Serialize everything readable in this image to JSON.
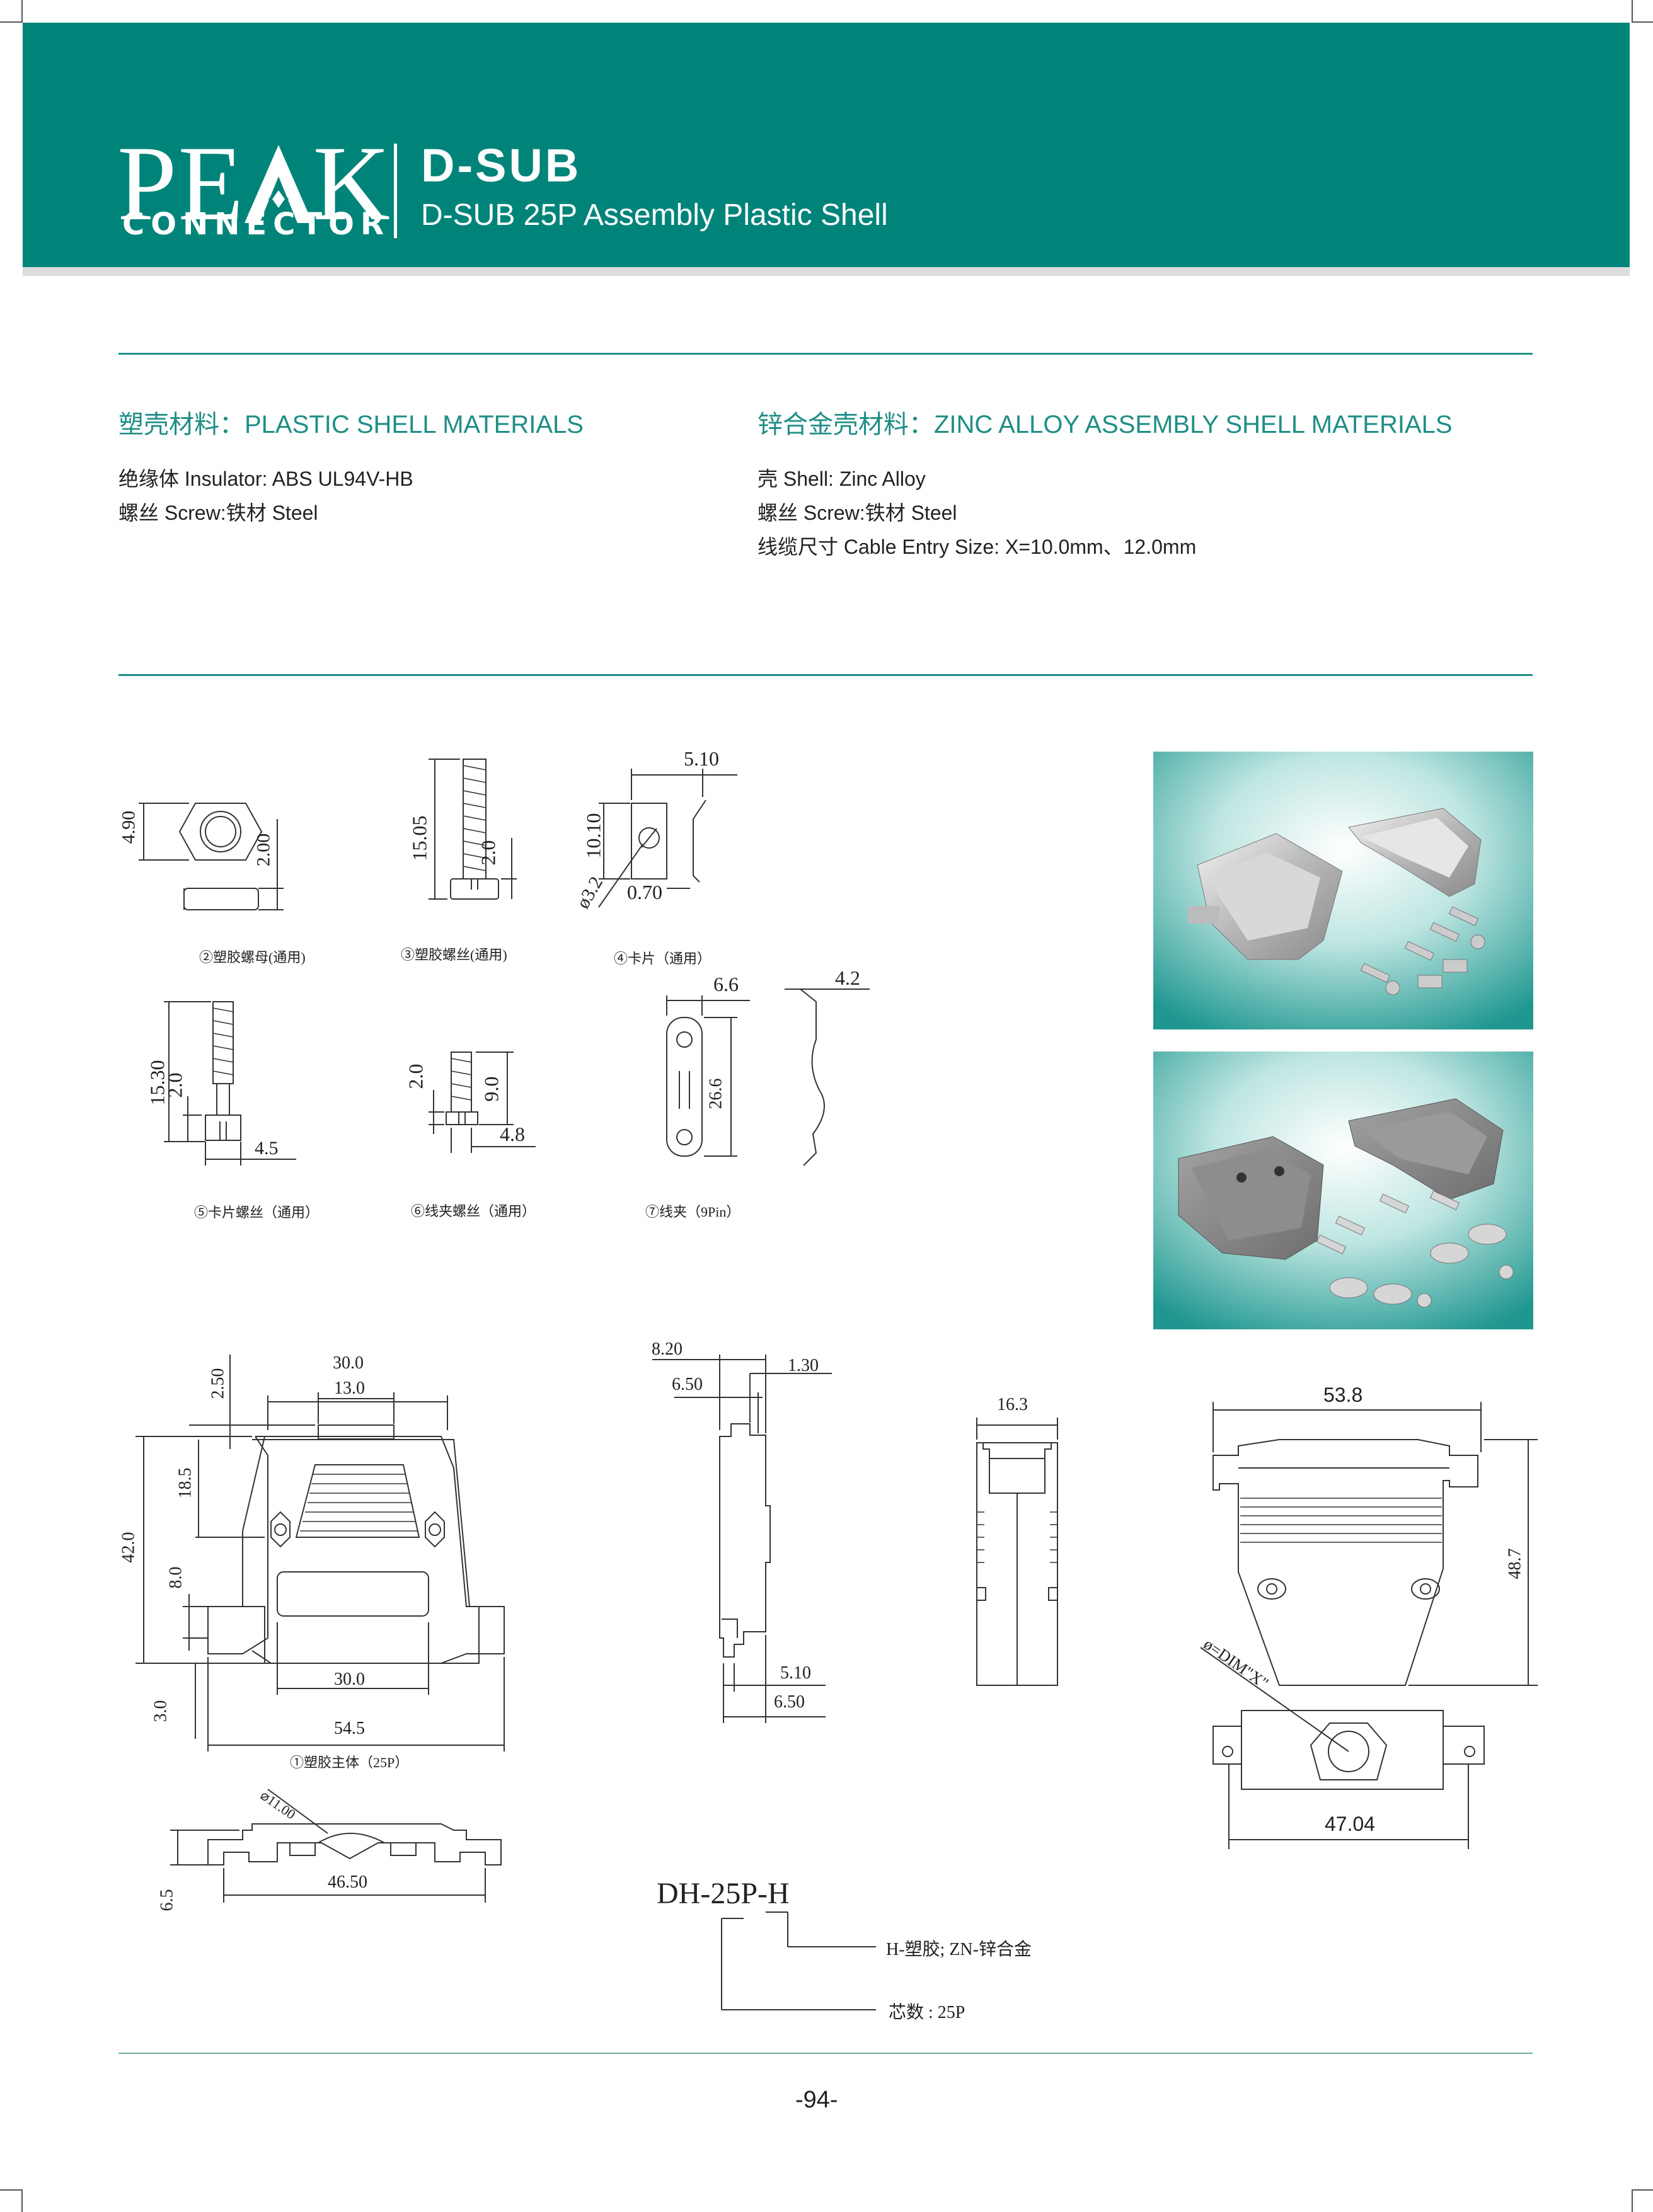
{
  "header": {
    "logo_main": "PE",
    "logo_tail": "K",
    "logo_sub": "CONNECTOR",
    "title": "D-SUB",
    "subtitle": "D-SUB 25P Assembly Plastic Shell"
  },
  "plastic": {
    "heading": "塑壳材料：PLASTIC SHELL MATERIALS",
    "items": [
      "绝缘体 Insulator: ABS  UL94V-HB",
      "螺丝 Screw:铁材 Steel"
    ]
  },
  "zinc": {
    "heading": "锌合金壳材料：ZINC ALLOY ASSEMBLY SHELL MATERIALS",
    "items": [
      "壳 Shell: Zinc Alloy",
      "螺丝 Screw:铁材 Steel",
      "线缆尺寸 Cable Entry Size: X=10.0mm、12.0mm"
    ]
  },
  "parts": {
    "nut": {
      "caption": "②塑胶螺母(通用)",
      "d1": "4.90",
      "d2": "2.00"
    },
    "screw": {
      "caption": "③塑胶螺丝(通用)",
      "d1": "15.05",
      "d2": "2.0"
    },
    "clip": {
      "caption": "④卡片（通用）",
      "d1": "5.10",
      "d2": "10.10",
      "d3": "0.70",
      "d4": "ø3.2"
    },
    "clip_screw": {
      "caption": "⑤卡片螺丝（通用）",
      "d1": "15.30",
      "d2": "2.0",
      "d3": "4.5"
    },
    "clamp_screw": {
      "caption": "⑥线夹螺丝（通用）",
      "d1": "2.0",
      "d2": "9.0",
      "d3": "4.8"
    },
    "clamp": {
      "caption": "⑦线夹（9Pin）",
      "d1": "6.6",
      "d2": "26.6",
      "d3": "4.2"
    }
  },
  "body": {
    "caption": "①塑胶主体（25P）",
    "d_top_outer": "30.0",
    "d_top_inner": "13.0",
    "d_250": "2.50",
    "d_185": "18.5",
    "d_420": "42.0",
    "d_80": "8.0",
    "d_30": "3.0",
    "d_bottom_inner": "30.0",
    "d_545": "54.5",
    "d_65": "6.5",
    "d_4650": "46.50",
    "d_1100": "⌀11.00"
  },
  "side": {
    "d_820": "8.20",
    "d_650": "6.50",
    "d_130": "1.30",
    "d_510": "5.10",
    "d_650b": "6.50"
  },
  "edge": {
    "d_163": "16.3"
  },
  "zinc_drawing": {
    "d_538": "53.8",
    "d_487": "48.7",
    "d_dim": "ø=DIM\"X\"",
    "d_4704": "47.04"
  },
  "part_no": {
    "code": "DH-25P-H",
    "note1": "H-塑胶; ZN-锌合金",
    "note2": "芯数 : 25P"
  },
  "page": {
    "number": "-94-"
  },
  "colors": {
    "brand": "#00847a",
    "rule": "#1f8e86"
  }
}
